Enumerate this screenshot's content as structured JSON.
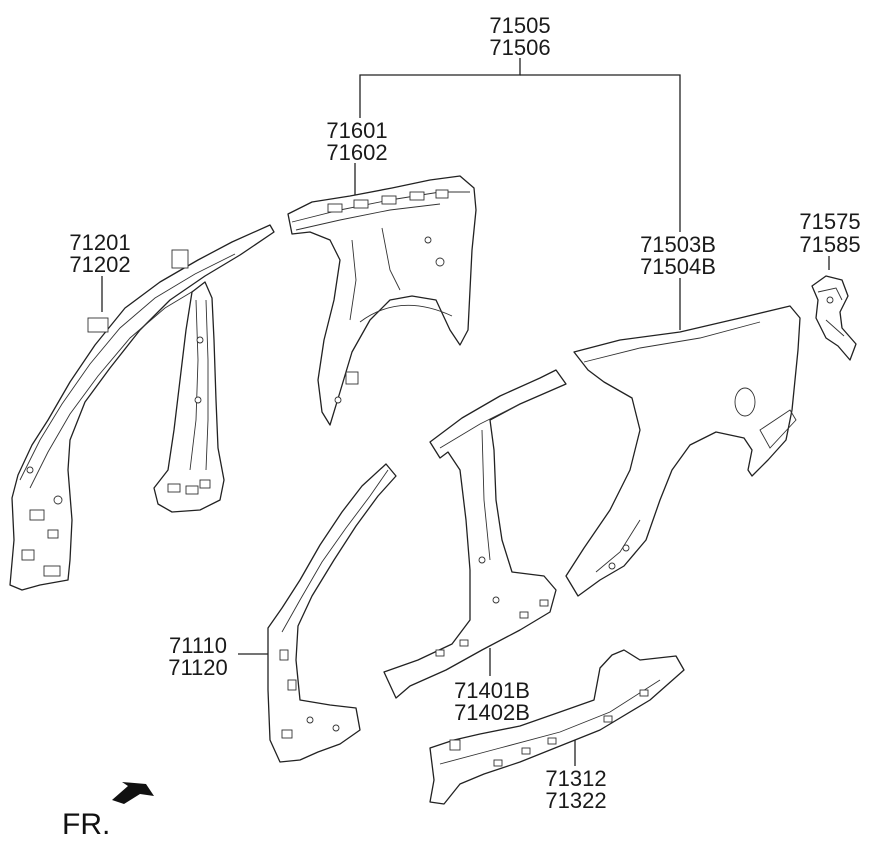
{
  "labels": {
    "top_a": "71505",
    "top_b": "71506",
    "inner_rear_a": "71601",
    "inner_rear_b": "71602",
    "inner_front_a": "71201",
    "inner_front_b": "71202",
    "quarter_a": "71503B",
    "quarter_b": "71504B",
    "bracket_a": "71575",
    "bracket_b": "71585",
    "front_pillar_a": "71110",
    "front_pillar_b": "71120",
    "center_pillar_a": "71401B",
    "center_pillar_b": "71402B",
    "sill_a": "71312",
    "sill_b": "71322"
  },
  "direction": {
    "text": "FR."
  }
}
